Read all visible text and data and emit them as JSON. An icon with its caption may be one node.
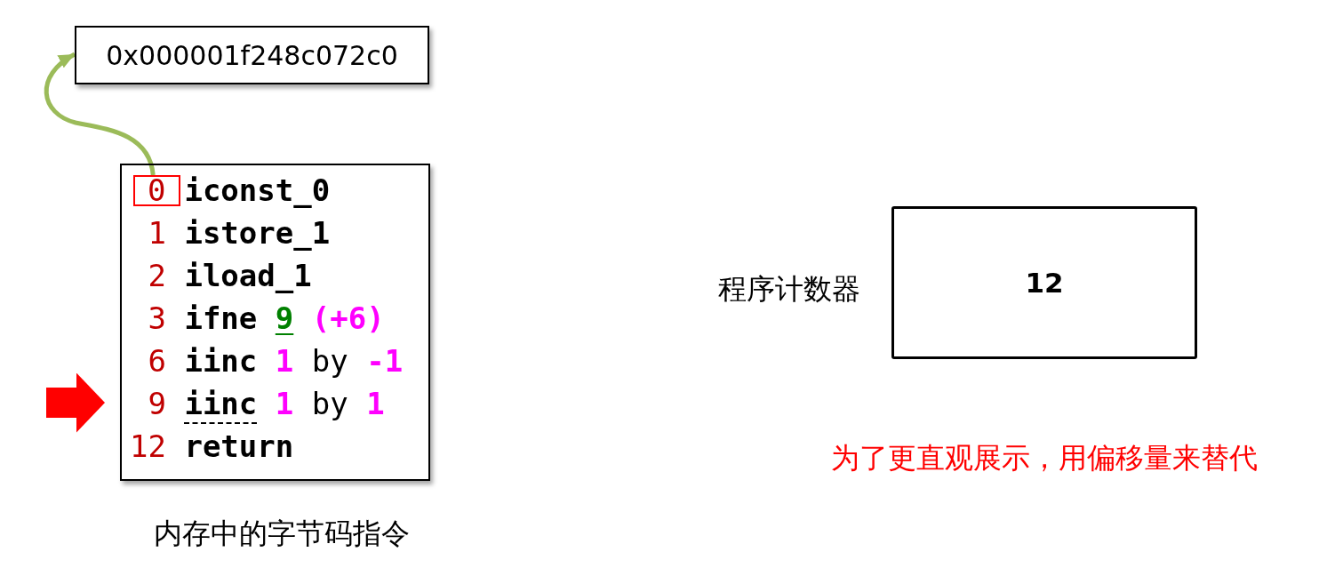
{
  "diagram": {
    "nodes": [
      {
        "text": [
          "0x000001f248c072c0"
        ]
      },
      {
        "text": [
          "iconst_0",
          "1 istore_1",
          "2 iload_1",
          "3 ifne 9 (+6)",
          "6 iinc 1 by -1",
          "9 iinc 1 by 1",
          "12 return"
        ],
        "beside": [
          "内存中的字节码指令"
        ]
      },
      {
        "text": [
          "0"
        ],
        "in": 1
      },
      {
        "text": [
          "12"
        ],
        "beside": [
          "程序计数器"
        ]
      }
    ],
    "edges": [
      {
        "from": 2,
        "to": 0,
        "arrow": "to",
        "color": "#9bbb59"
      },
      {
        "from": null,
        "to": 1,
        "arrow": "to",
        "style": "thick",
        "color": "#ff0000"
      }
    ],
    "labels": [
      "为了更直观展示，用偏移量来替代"
    ]
  }
}
